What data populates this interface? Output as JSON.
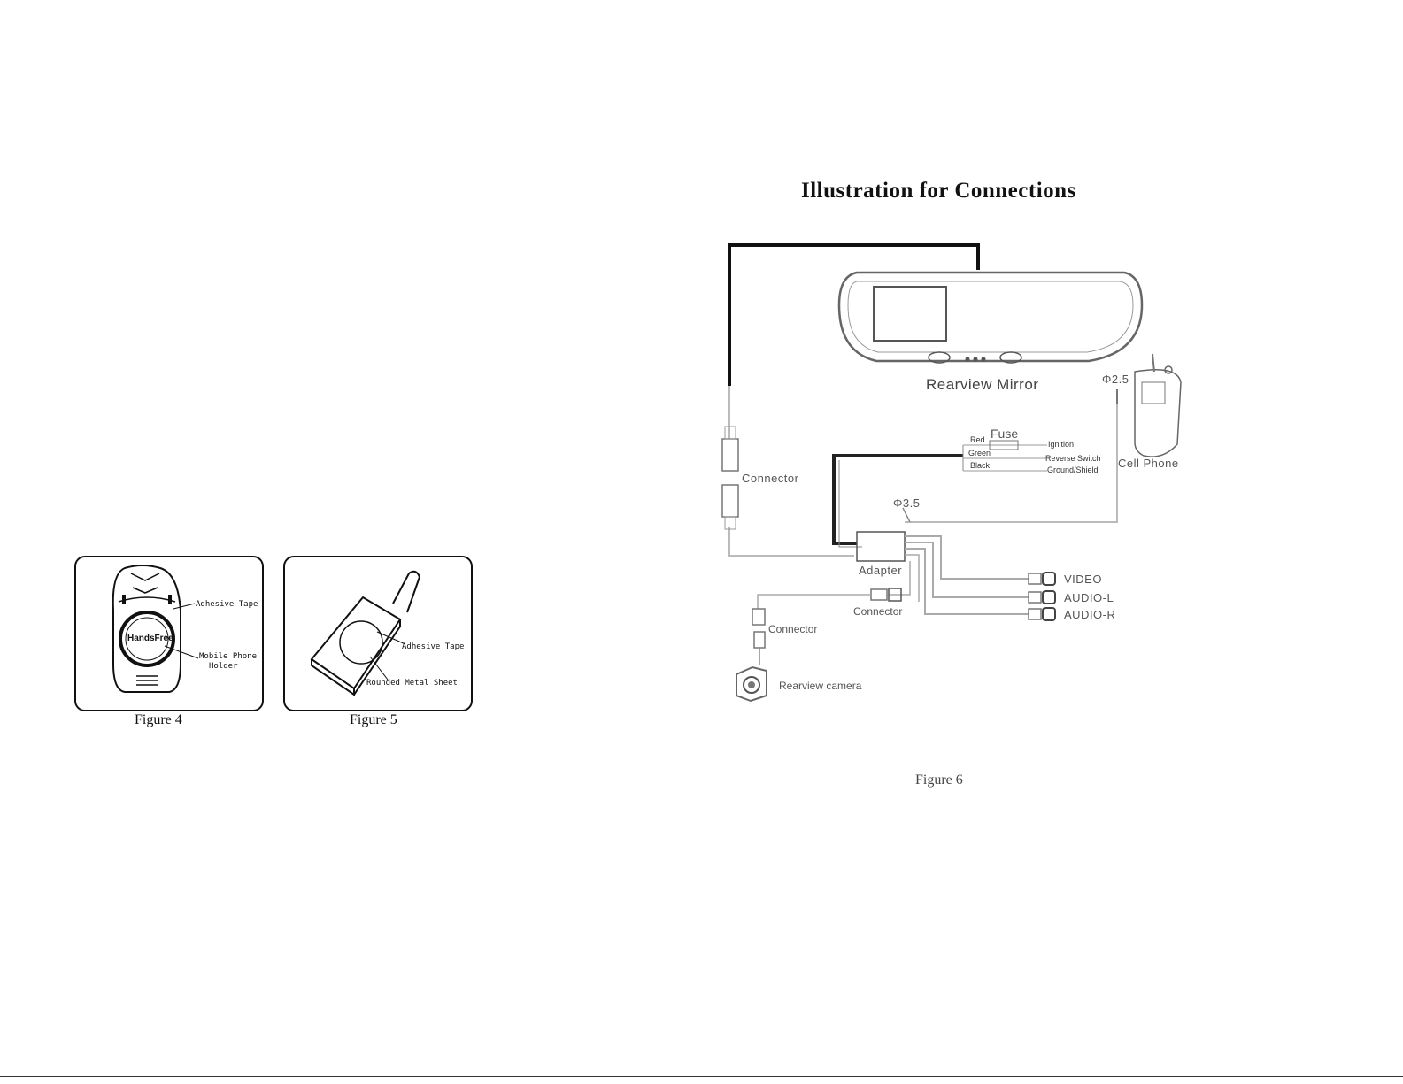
{
  "left_page": {
    "figure4": {
      "caption": "Figure 4",
      "labels": {
        "adhesive_tape": "Adhesive Tape",
        "holder_line1": "Mobile Phone",
        "holder_line2": "Holder",
        "badge": "HandsFree"
      }
    },
    "figure5": {
      "caption": "Figure 5",
      "labels": {
        "adhesive_tape": "Adhesive Tape",
        "metal_sheet": "Rounded Metal Sheet"
      }
    }
  },
  "right_page": {
    "title": "Illustration for Connections",
    "diagram": {
      "rearview_mirror": "Rearview Mirror",
      "cell_phone": "Cell Phone",
      "jack_25": "Φ2.5",
      "jack_35": "Φ3.5",
      "fuse": "Fuse",
      "wires": {
        "red": "Red",
        "green": "Green",
        "black": "Black",
        "ignition": "Ignition",
        "reverse": "Reverse Switch",
        "ground": "Ground/Shield"
      },
      "connector_top": "Connector",
      "adapter": "Adapter",
      "connector_mid": "Connector",
      "connector_cam": "Connector",
      "camera": "Rearview camera",
      "video": "VIDEO",
      "audio_l": "AUDIO-L",
      "audio_r": "AUDIO-R"
    },
    "caption": "Figure 6"
  }
}
